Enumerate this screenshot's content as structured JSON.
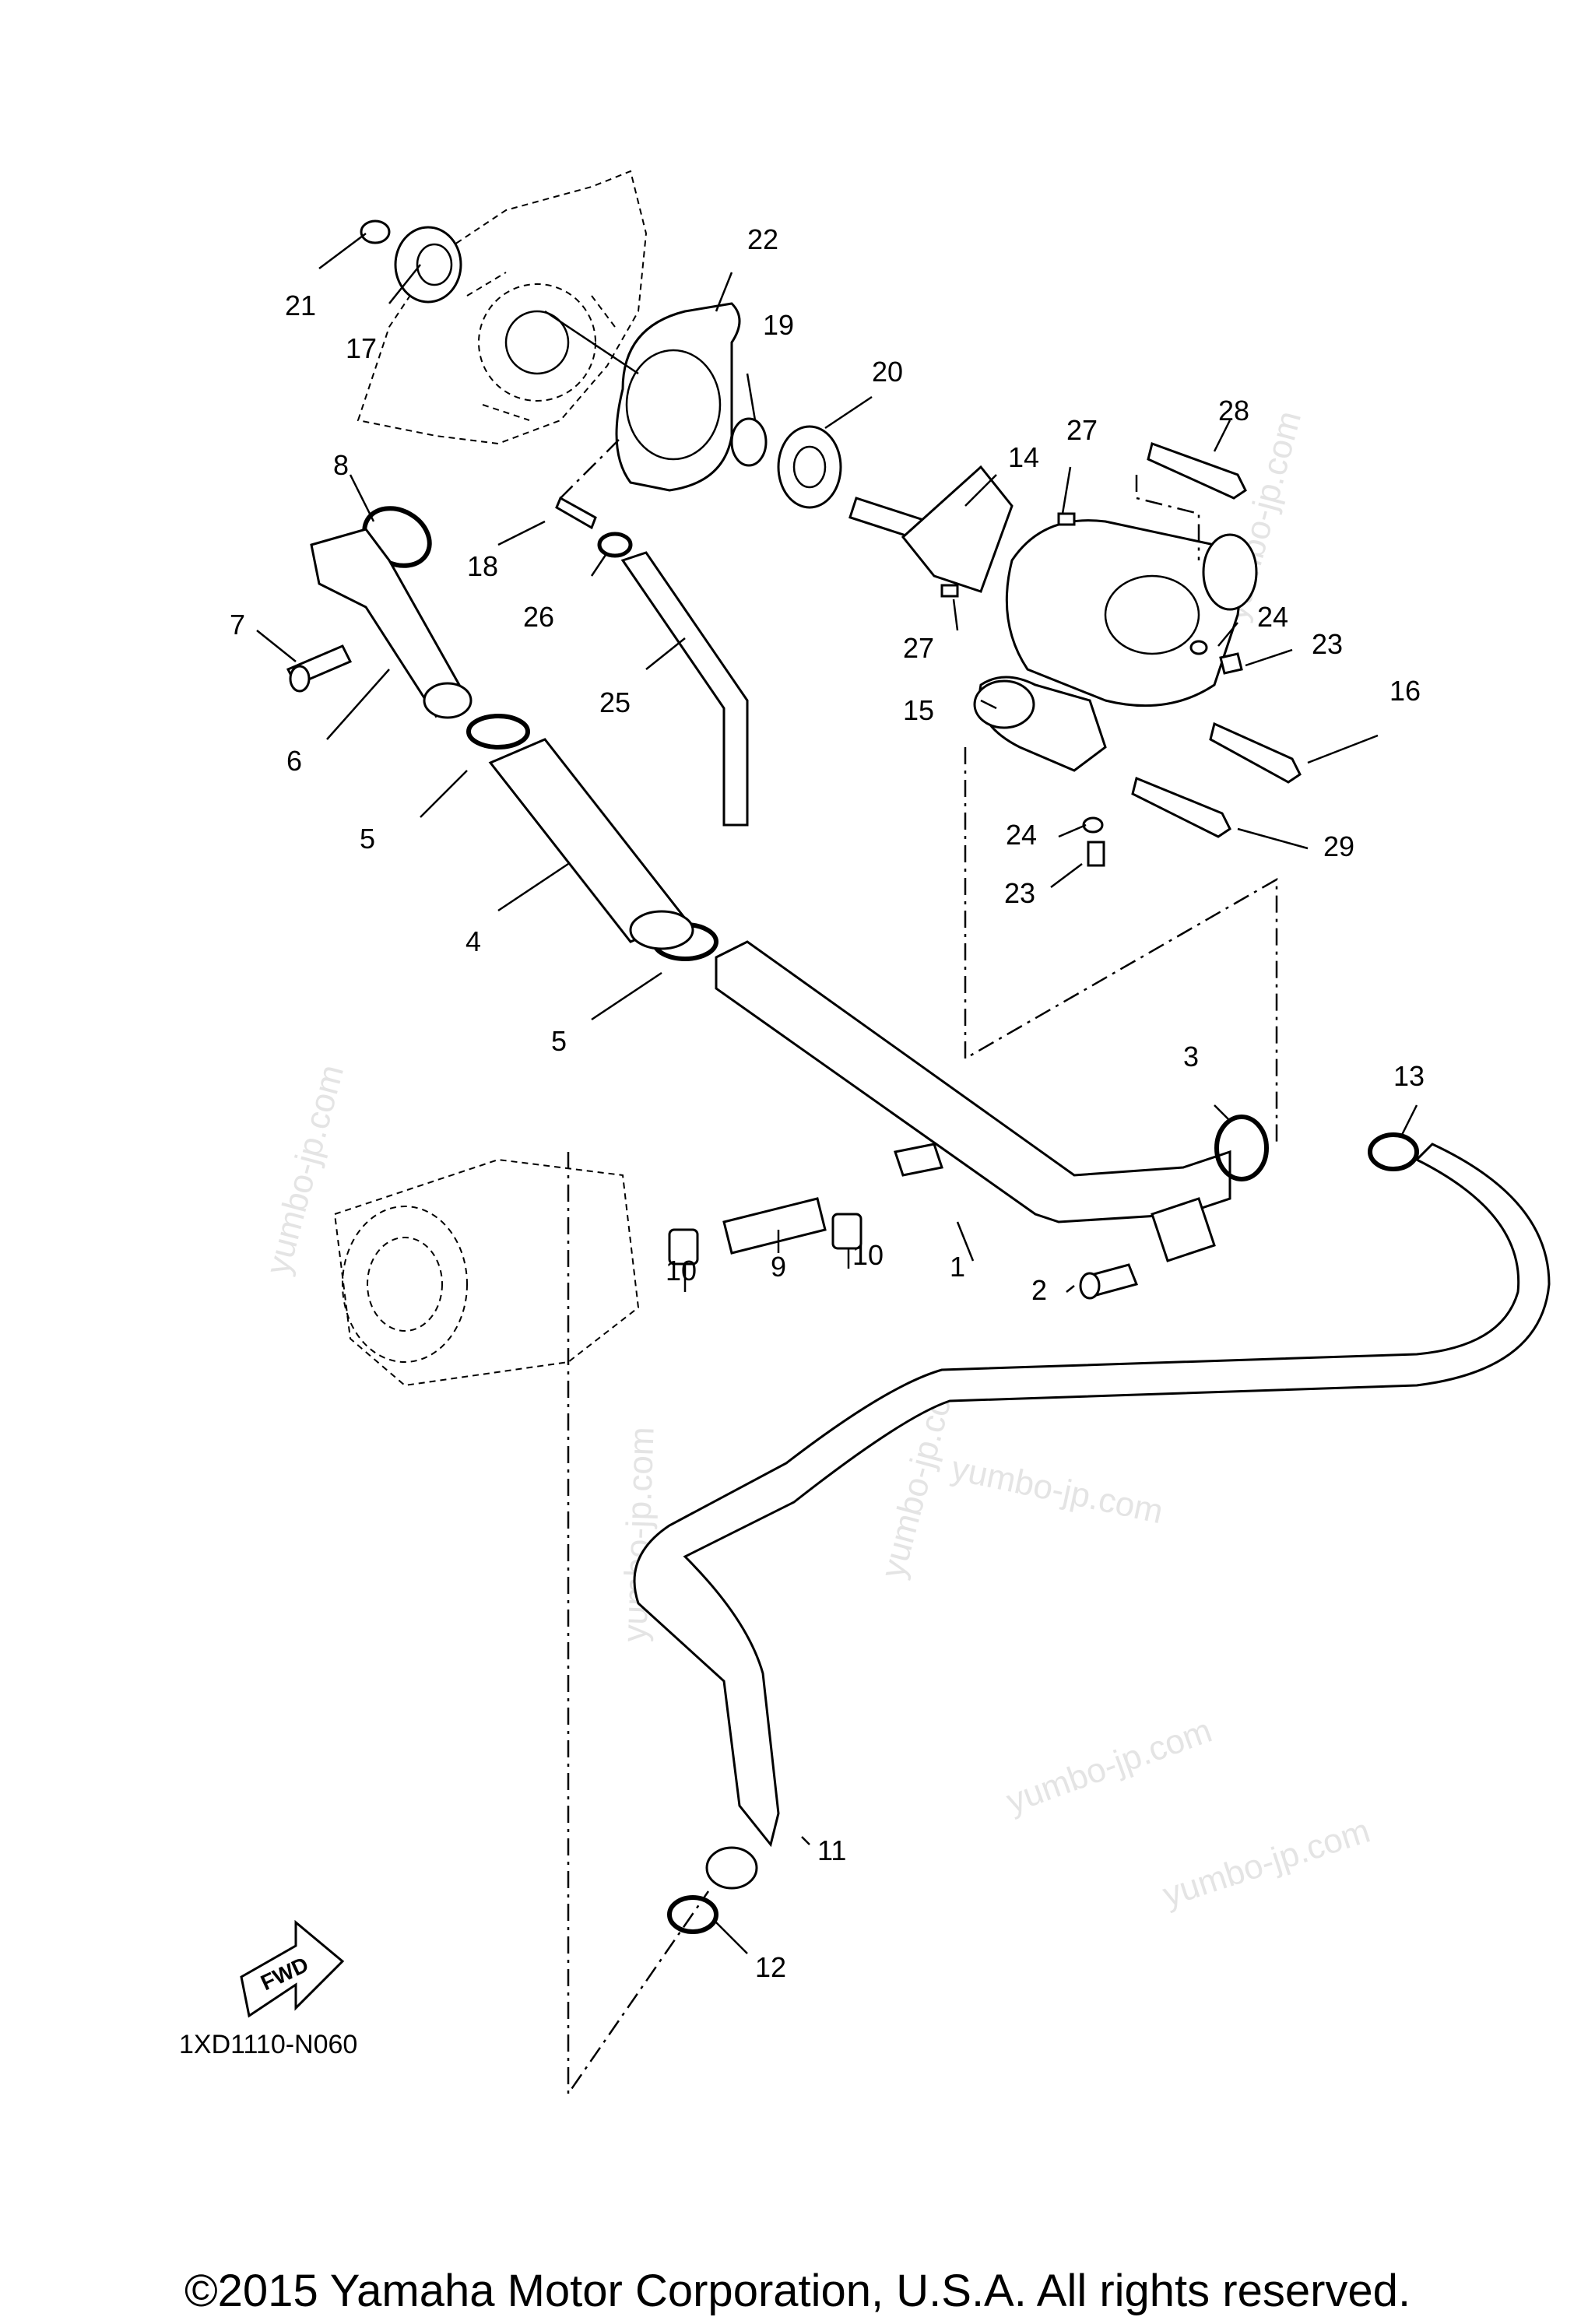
{
  "diagram": {
    "code": "1XD1110-N060",
    "copyright": "©2015 Yamaha Motor Corporation, U.S.A. All rights reserved.",
    "fwd_label": "FWD",
    "watermark": "yumbo-jp.com",
    "callouts": [
      "1",
      "2",
      "3",
      "4",
      "5",
      "5",
      "6",
      "7",
      "8",
      "9",
      "10",
      "10",
      "11",
      "12",
      "13",
      "14",
      "15",
      "16",
      "17",
      "18",
      "19",
      "20",
      "21",
      "22",
      "23",
      "23",
      "24",
      "24",
      "25",
      "26",
      "27",
      "27",
      "28",
      "29"
    ]
  }
}
